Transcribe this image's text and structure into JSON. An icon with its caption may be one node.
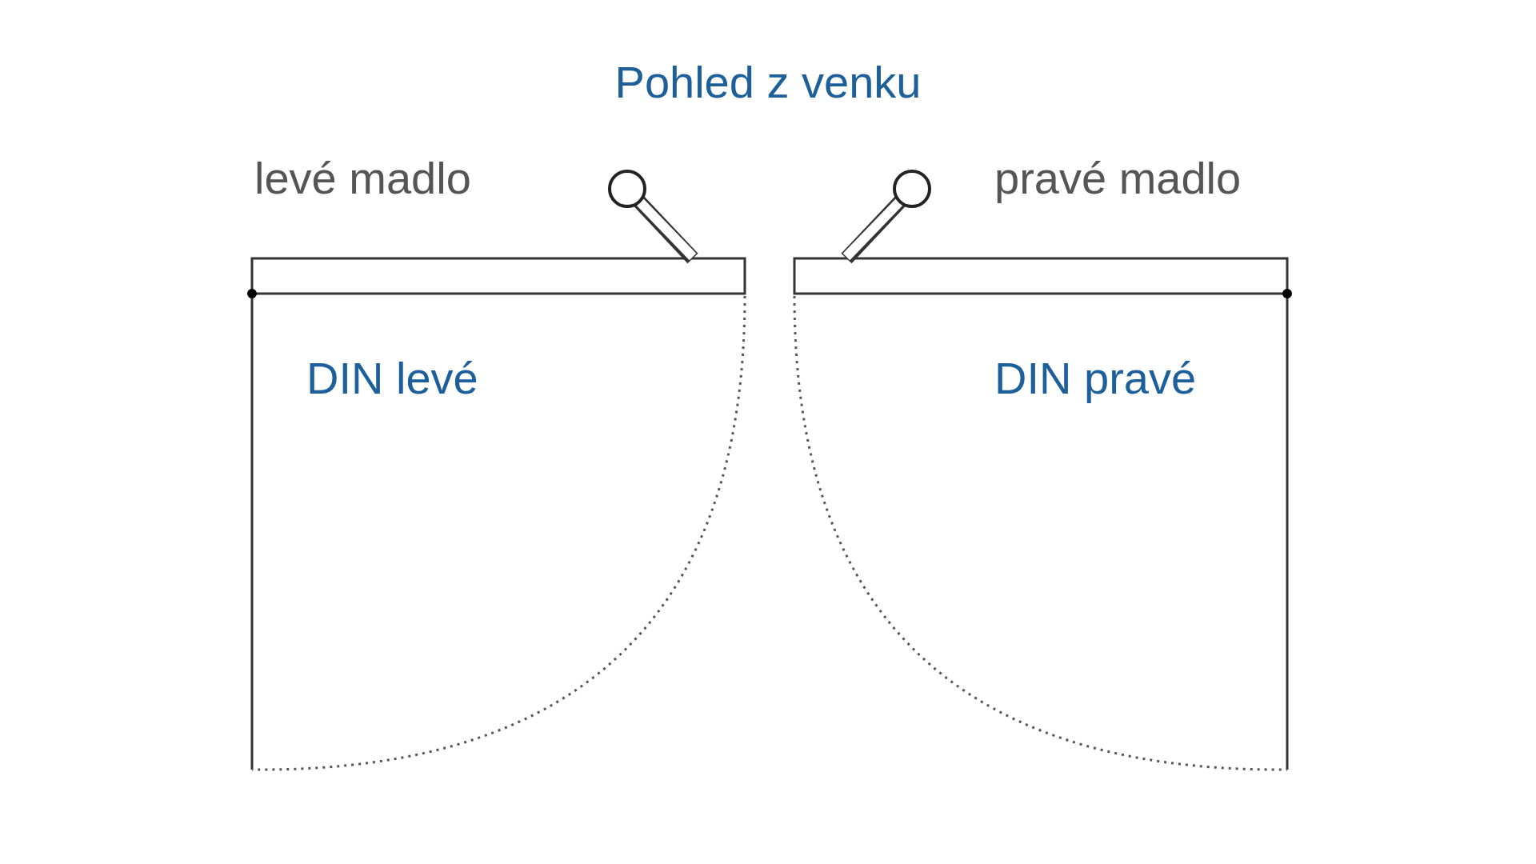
{
  "diagram": {
    "title": "Pohled z venku",
    "labels": [
      "levé madlo",
      "pravé madlo",
      "DIN levé",
      "DIN pravé"
    ]
  }
}
